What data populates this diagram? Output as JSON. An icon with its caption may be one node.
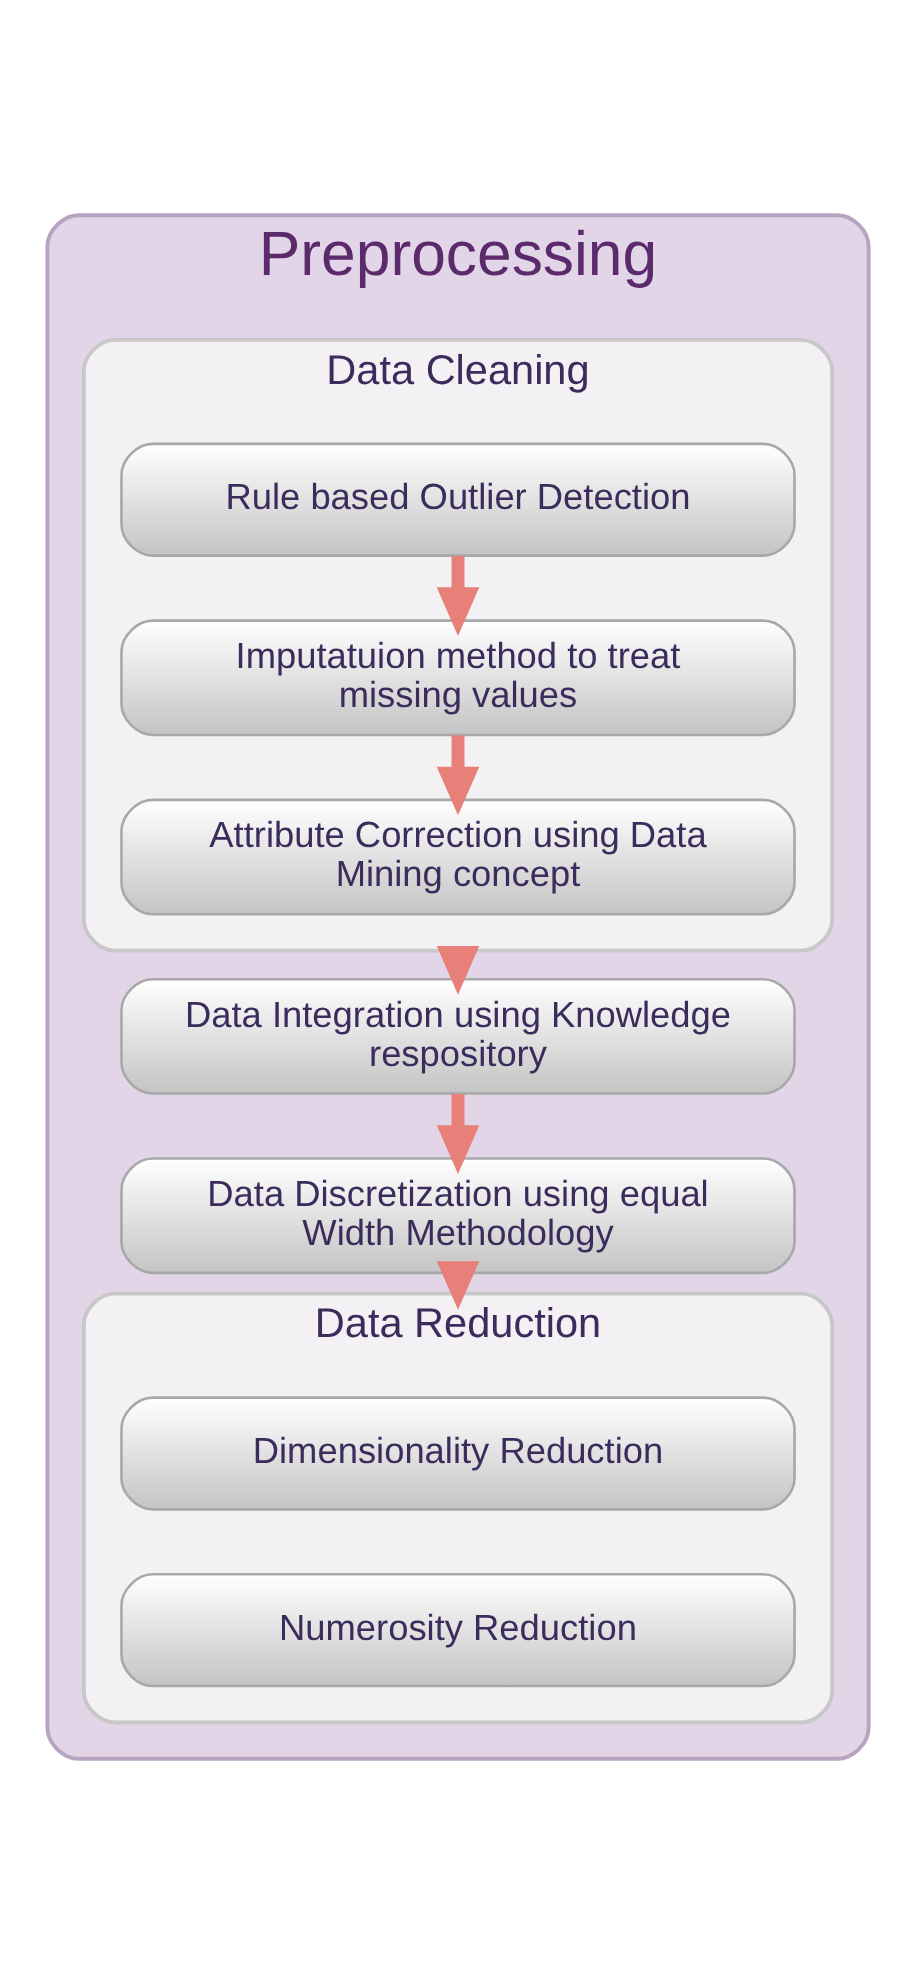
{
  "diagram": {
    "nodes": [
      {
        "text": [
          "Preprocessing"
        ]
      },
      {
        "text": [
          "Data Cleaning"
        ],
        "in": 0
      },
      {
        "text": [
          "Rule based Outlier Detection"
        ],
        "in": 1
      },
      {
        "text": [
          "Imputatuion method to treat missing values"
        ],
        "in": 1
      },
      {
        "text": [
          "Attribute Correction using Data Mining concept"
        ],
        "in": 1
      },
      {
        "text": [
          "Data Integration using Knowledge respository"
        ],
        "in": 0
      },
      {
        "text": [
          "Data Discretization using equal Width Methodology"
        ],
        "in": 0
      },
      {
        "text": [
          "Data Reduction"
        ],
        "in": 0
      },
      {
        "text": [
          "Dimensionality Reduction"
        ],
        "in": 7
      },
      {
        "text": [
          "Numerosity Reduction"
        ],
        "in": 7
      }
    ],
    "edges": [
      {
        "from": 2,
        "to": 3,
        "arrow": "to"
      },
      {
        "from": 3,
        "to": 4,
        "arrow": "to"
      },
      {
        "from": 1,
        "to": 5,
        "arrow": "to"
      },
      {
        "from": 5,
        "to": 6,
        "arrow": "to"
      },
      {
        "from": 6,
        "to": 7,
        "arrow": "to"
      }
    ]
  }
}
